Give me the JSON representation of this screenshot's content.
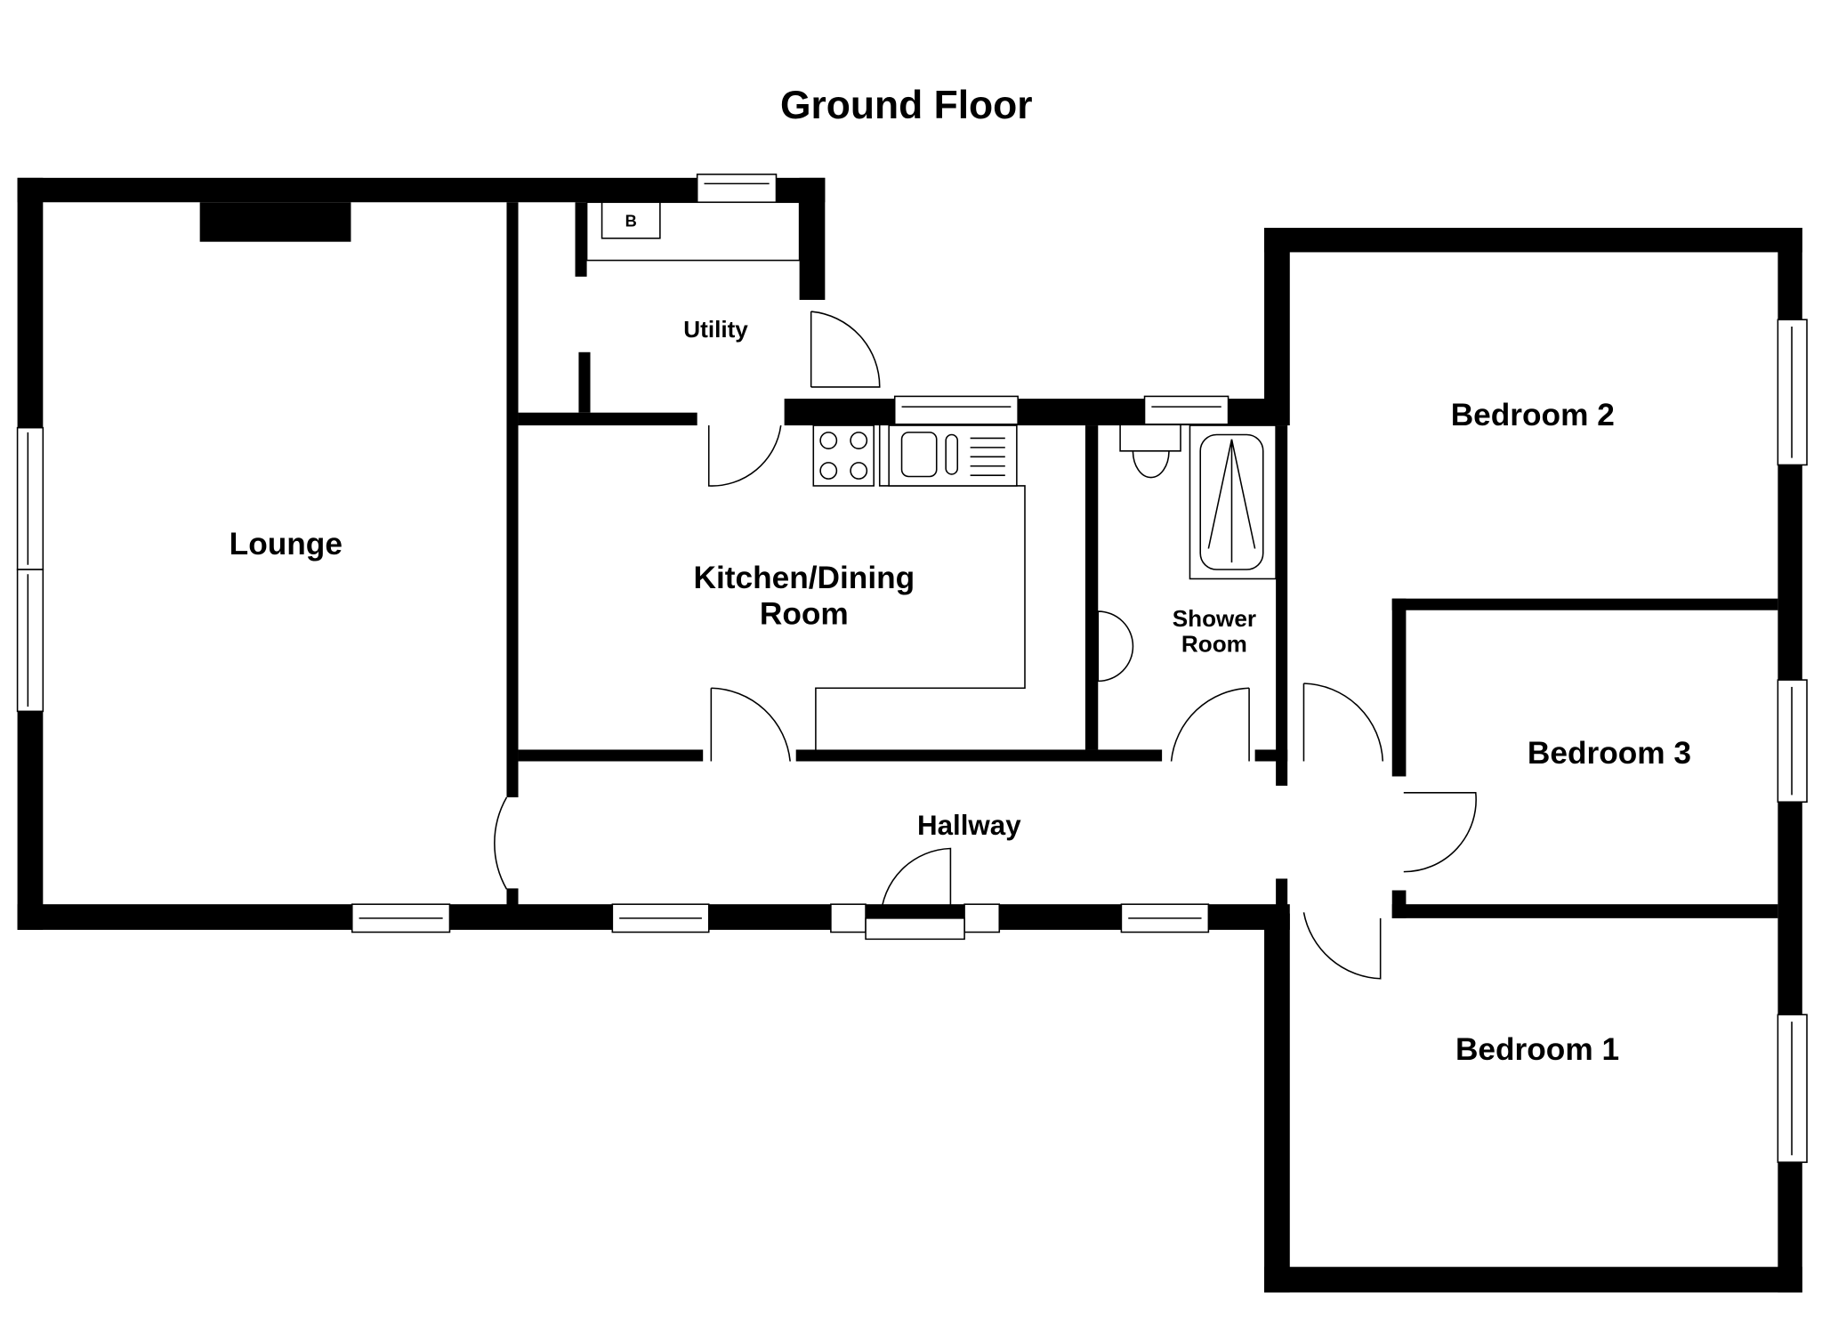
{
  "title": "Ground Floor",
  "rooms": {
    "lounge": "Lounge",
    "utility": "Utility",
    "boiler": "B",
    "kitchen_line1": "Kitchen/Dining",
    "kitchen_line2": "Room",
    "shower_line1": "Shower",
    "shower_line2": "Room",
    "hallway": "Hallway",
    "bedroom2": "Bedroom 2",
    "bedroom3": "Bedroom 3",
    "bedroom1": "Bedroom 1"
  },
  "colors": {
    "wall": "#000000",
    "background": "#ffffff"
  }
}
